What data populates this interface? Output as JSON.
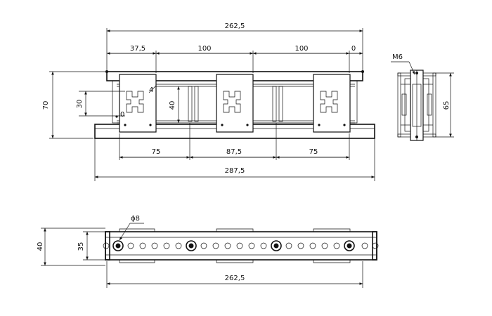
{
  "drawing": {
    "front_view": {
      "top_overall": "262,5",
      "seg1": "37,5",
      "seg2": "100",
      "seg3": "100",
      "seg4": "0",
      "height_total": "70",
      "height_block": "30",
      "height_mid": "40",
      "small_zero": "0",
      "small_four": "4",
      "bot_seg1": "75",
      "bot_seg2": "87,5",
      "bot_seg3": "75",
      "bottom_overall": "287,5"
    },
    "side_view": {
      "thread": "M6",
      "height": "65"
    },
    "top_view": {
      "hole_diameter": "ϕ8",
      "height_outer": "40",
      "height_inner": "35",
      "length": "262,5"
    }
  }
}
